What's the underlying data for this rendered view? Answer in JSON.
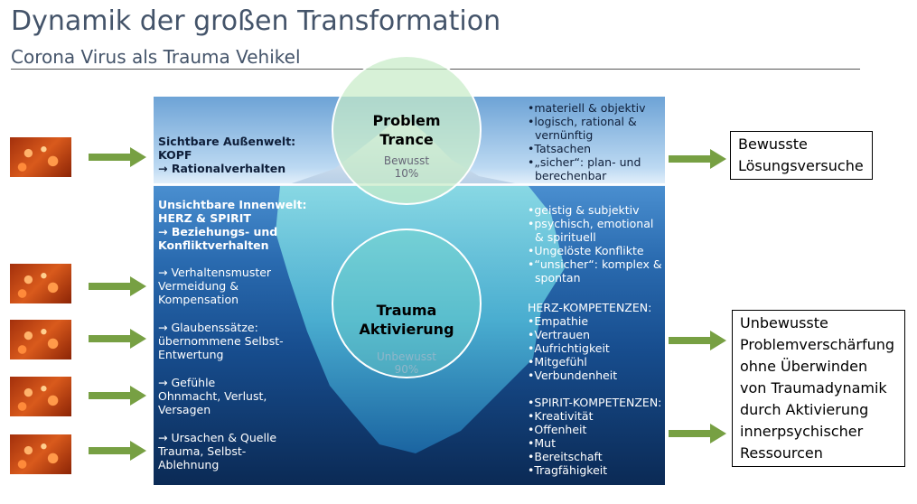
{
  "header": {
    "title": "Dynamik der großen Transformation",
    "subtitle": "Corona Virus als Trauma Vehikel"
  },
  "circles": {
    "top": {
      "line1": "Problem",
      "line2": "Trance",
      "sub1": "Bewusst",
      "sub2": "10%"
    },
    "bottom": {
      "line1": "Trauma",
      "line2": "Aktivierung",
      "sub1": "Unbewusst",
      "sub2": "90%"
    }
  },
  "left": {
    "visible": {
      "l1": "Sichtbare Außenwelt:",
      "l2": "KOPF",
      "l3": "→ Rationalverhalten"
    },
    "invisible": {
      "l1": "Unsichtbare Innenwelt:",
      "l2": "HERZ & SPIRIT",
      "l3": "→ Beziehungs- und",
      "l4": "Konfliktverhalten"
    },
    "patterns": {
      "l1": "→ Verhaltensmuster",
      "l2": "Vermeidung &",
      "l3": "Kompensation"
    },
    "beliefs": {
      "l1": "→ Glaubenssätze:",
      "l2": "übernommene Selbst-",
      "l3": "Entwertung"
    },
    "feelings": {
      "l1": "→ Gefühle",
      "l2": "Ohnmacht, Verlust,",
      "l3": "Versagen"
    },
    "causes": {
      "l1": "→ Ursachen & Quelle",
      "l2": "Trauma, Selbst-",
      "l3": "Ablehnung"
    }
  },
  "right": {
    "top": [
      "•materiell & objektiv",
      "•logisch, rational &",
      "  vernünftig",
      "•Tatsachen",
      "•„sicher“: plan- und",
      "  berechenbar"
    ],
    "mid": [
      "•geistig & subjektiv",
      "•psychisch, emotional",
      "  & spirituell",
      "•Ungelöste Konflikte",
      "•“unsicher“: komplex &",
      "  spontan"
    ],
    "herz": [
      "HERZ-KOMPETENZEN:",
      "•Empathie",
      "•Vertrauen",
      "•Aufrichtigkeit",
      "•Mitgefühl",
      "•Verbundenheit"
    ],
    "spirit": [
      "•SPIRIT-KOMPETENZEN:",
      "•Kreativität",
      "•Offenheit",
      "•Mut",
      "•Bereitschaft",
      "•Tragfähigkeit"
    ]
  },
  "boxes": {
    "conscious": [
      "Bewusste",
      "Lösungsversuche"
    ],
    "unconscious": [
      "Unbewusste",
      "Problemverschärfung",
      "ohne Überwinden",
      "von Traumadynamik",
      "durch Aktivierung",
      "innerpsychischer",
      "Ressourcen"
    ]
  },
  "colors": {
    "arrow": "#77a043",
    "title": "#44546a"
  }
}
